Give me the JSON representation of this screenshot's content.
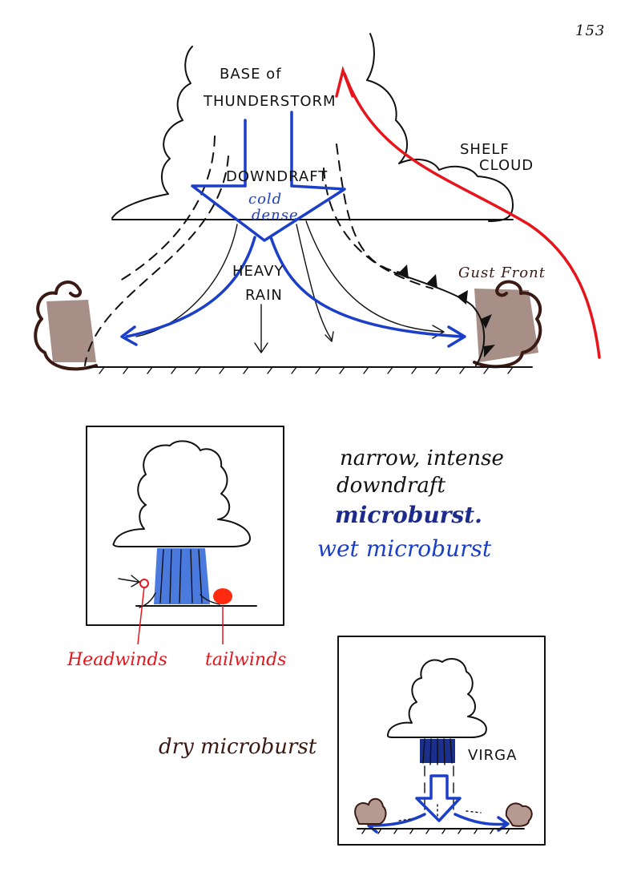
{
  "page_number": "153",
  "top_diagram": {
    "base_label_line1": "BASE of",
    "base_label_line2": "THUNDERSTORM",
    "downdraft_label": "DOWNDRAFT",
    "cold_label": "cold",
    "dense_label": "dense",
    "heavy_rain_line1": "HEAVY",
    "heavy_rain_line2": "RAIN",
    "shelf_cloud_line1": "SHELF",
    "shelf_cloud_line2": "CLOUD",
    "gust_front_label": "Gust Front"
  },
  "notes": {
    "line1": "narrow, intense",
    "line2": "downdraft",
    "line3": "microburst.",
    "line4": "wet microburst"
  },
  "wet_microburst_panel": {
    "headwinds_label": "Headwinds",
    "tailwinds_label": "tailwinds"
  },
  "dry_microburst_panel": {
    "caption": "dry microburst",
    "virga_label": "VIRGA"
  },
  "colors": {
    "ink": "#111111",
    "blue": "#1b3fc8",
    "red": "#e8141b",
    "brown": "#3a1a12",
    "brown_shade": "#8a6a60"
  }
}
